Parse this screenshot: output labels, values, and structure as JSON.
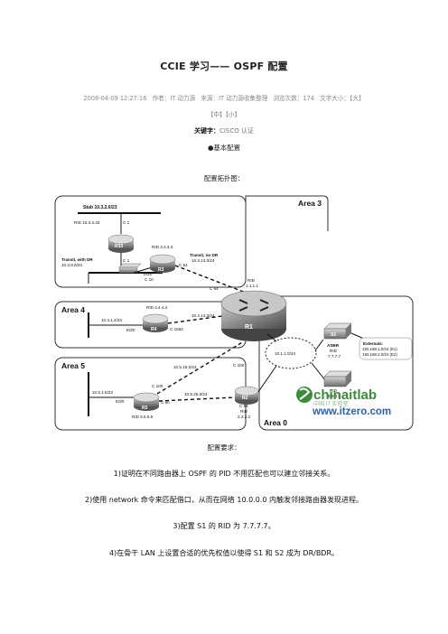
{
  "article": {
    "title": "CCIE 学习—— OSPF 配置",
    "meta": {
      "date": "2008-04-09 12:27:16",
      "author": "作者：IT 动力源",
      "source": "来源：IT 动力源收集整理",
      "views": "浏览次数：174",
      "font_size_label": "文字大小：【大】",
      "font_size_options": "【中】【小】"
    },
    "keywords_label": "关键字：",
    "keywords_value": "CISCO 认证",
    "basic_config": "●基本配置",
    "topology_heading": "配置拓扑图：",
    "requirements_heading": "配置要求：",
    "requirements": [
      {
        "num": "1)",
        "text": "证明在不同路由器上 OSPF 的 PID 不用匹配也可以建立邻接关系。"
      },
      {
        "num": "2)",
        "text": "使用 network 命令来匹配借口，从而在网络 10.0.0.0 内触发邻接路由器发现进程。"
      },
      {
        "num": "3)",
        "text": "配置 S1 的 RID 为 7.7.7.7。"
      },
      {
        "num": "4)",
        "text": "在骨干 LAN 上设置合适的优先权值以使得 S1 和 S2 成为 DR/BDR。"
      }
    ]
  },
  "diagram": {
    "areas": {
      "area3": "Area 3",
      "area4": "Area 4",
      "area5": "Area 5",
      "area0": "Area 0"
    },
    "stub": "Stub 10.3.2.0/23",
    "r33": {
      "rid": "RID 10.3.3.33",
      "name": "R33",
      "c1": "C 1"
    },
    "transit_dr": [
      "Transit, with DR",
      "10.3.8.0/23"
    ],
    "r3": {
      "rid": "RID 3.3.3.3",
      "name": "R3",
      "e0": "E0/0",
      "c10": "C 10",
      "c64": "C 64"
    },
    "transit_no_dr": [
      "Transit, no DR",
      "10.3.13.0/24"
    ],
    "r1": {
      "rid": [
        "RID",
        "1.1.1.1"
      ],
      "name": "R1",
      "c64": "C 64"
    },
    "r4": {
      "rid": "RID 4.4.4.4",
      "name": "R4",
      "net1": "10.4.1.4/23",
      "net2": "10.4.14.0/24",
      "e0": "E0/0",
      "c1562": "C 1562"
    },
    "r5": {
      "rid": "RID 5.5.5.5",
      "name": "R5",
      "net1": "10.5.1.5/24",
      "net2": "10.5.25.0/24",
      "e0": "E0/0",
      "c100": "C 100",
      "c50": "C 50"
    },
    "r2": {
      "rid": [
        "RID",
        "2.2.2.2"
      ],
      "name": "R2",
      "c64": "C 64"
    },
    "net_15": "10.5.15.0/24",
    "c100": "C 100",
    "cloud_net": "10.1.1.0/24",
    "s1": {
      "name": "S1",
      "role": "ASBR",
      "rid": [
        "RID",
        "7.7.7.7"
      ]
    },
    "s2": {
      "rid": [
        "RID",
        "8.8.8.8"
      ]
    },
    "externals": [
      "Externals:",
      "192.168.1.0/24 (E1)",
      "192.168.2.0/24 (E2)"
    ],
    "logo": {
      "brand": "chinaitlab",
      "url": "www.itzero.com",
      "sub": "中国 IT 实验室"
    }
  },
  "colors": {
    "area_border": "#333333",
    "logo_green": "#3a8c3a",
    "logo_blue": "#2a62b8"
  }
}
